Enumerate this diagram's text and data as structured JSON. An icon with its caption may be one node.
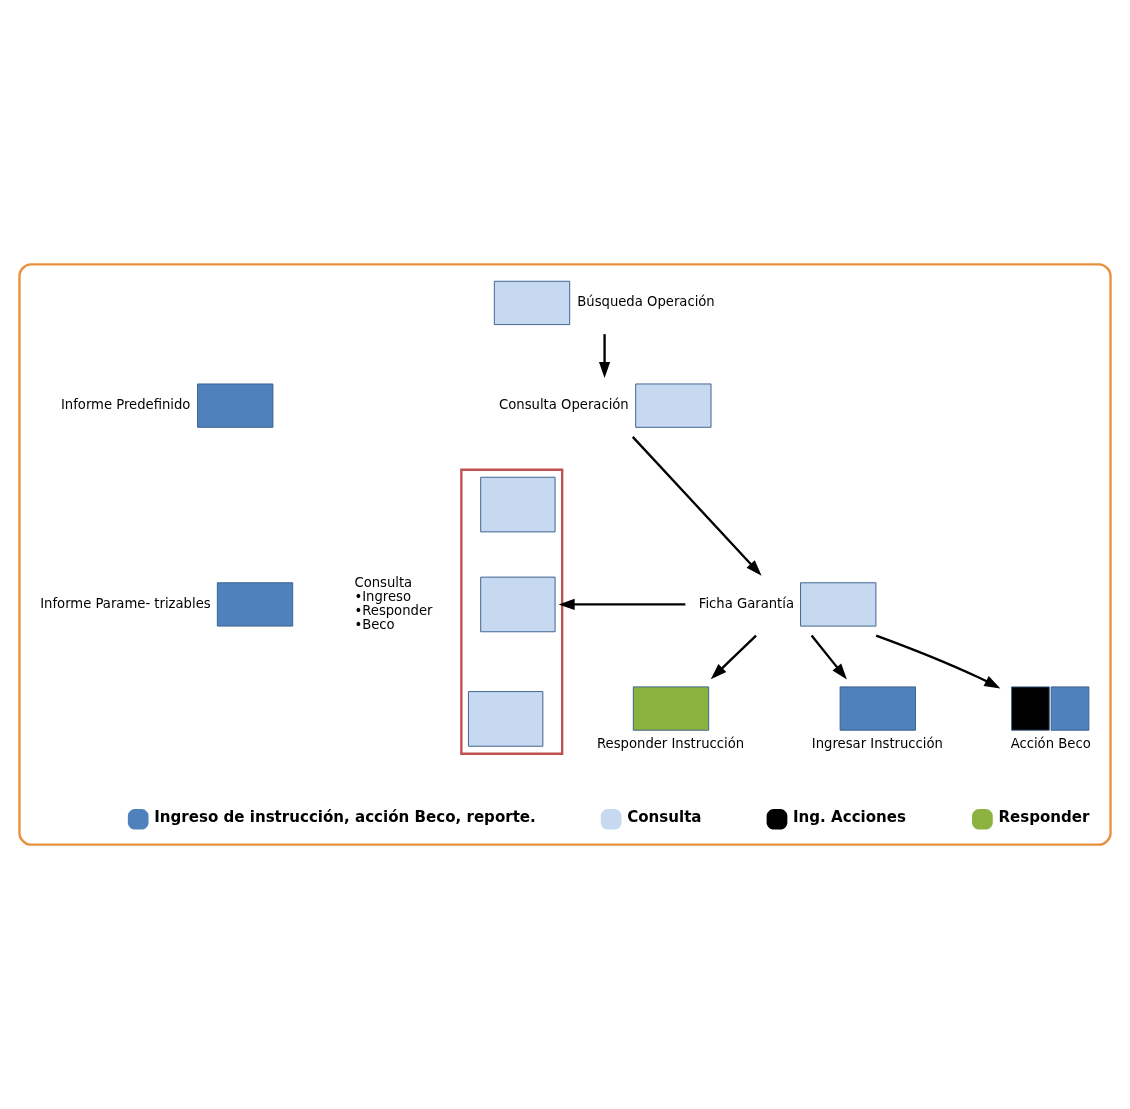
{
  "diagram": {
    "nodes": [
      {
        "text": [],
        "shape": "box"
      },
      {
        "text": [
          "Búsqueda Operación"
        ],
        "in": 0
      },
      {
        "text": [
          "Consulta Operación"
        ],
        "in": 0
      },
      {
        "text": [
          "Ficha Garantía"
        ],
        "in": 0
      },
      {
        "text": [
          "Informe Predefinido"
        ],
        "in": 0
      },
      {
        "text": [
          "Informe Parame- trizables"
        ],
        "in": 0
      },
      {
        "text": [
          "Acción Beco"
        ],
        "in": 0
      },
      {
        "text": [
          "Responder Instrucción"
        ],
        "in": 0
      },
      {
        "text": [
          "Ingresar Instrucción"
        ],
        "in": 0
      },
      {
        "text": [],
        "shape": "bracket",
        "in": 0
      },
      {
        "text": [],
        "shape": "box",
        "in": 9
      },
      {
        "text": [],
        "shape": "box",
        "in": 9
      },
      {
        "text": [],
        "shape": "box",
        "in": 9
      }
    ],
    "edges": [
      {
        "from": 1,
        "to": 2,
        "arrow": "to"
      },
      {
        "from": 2,
        "to": 3,
        "arrow": "to"
      },
      {
        "from": 3,
        "to": 6,
        "arrow": "to"
      },
      {
        "from": 3,
        "to": 7,
        "arrow": "to"
      },
      {
        "from": 3,
        "to": 8,
        "arrow": "to"
      },
      {
        "from": 3,
        "to": 9,
        "arrow": "to"
      }
    ],
    "labels": [
      "Consulta •Ingreso •Responder •Beco"
    ],
    "legend": [
      {
        "text": "Ingreso de instrucción, acción Beco, reporte.",
        "color": "#4f81bd"
      },
      {
        "text": "Consulta",
        "color": "#c6d9f1"
      },
      {
        "text": "Ing. Acciones",
        "color": "#000000"
      },
      {
        "text": "Responder",
        "color": "#8cb33f"
      }
    ]
  }
}
